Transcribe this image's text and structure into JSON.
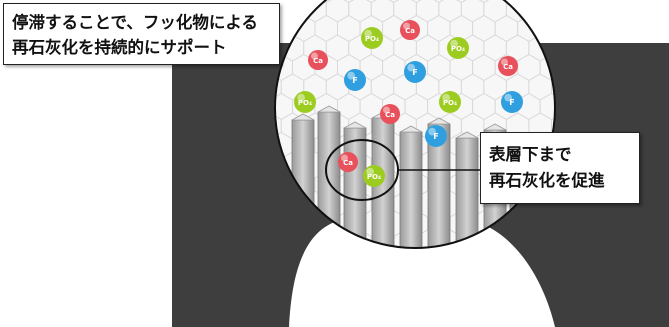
{
  "callouts": {
    "top": {
      "line1": "停滞することで、フッ化物による",
      "line2": "再石灰化を持続的にサポート"
    },
    "right": {
      "line1": "表層下まで",
      "line2": "再石灰化を促進"
    }
  },
  "ion_labels": {
    "calcium": "Ca",
    "phosphate": "PO₄",
    "fluoride": "F"
  },
  "colors": {
    "tooth_surface": "#3e3e3e",
    "calcium_ion": "#e8505b",
    "phosphate_ion": "#9ccc1f",
    "fluoride_ion": "#2f9fe0",
    "callout_border": "#222222"
  }
}
